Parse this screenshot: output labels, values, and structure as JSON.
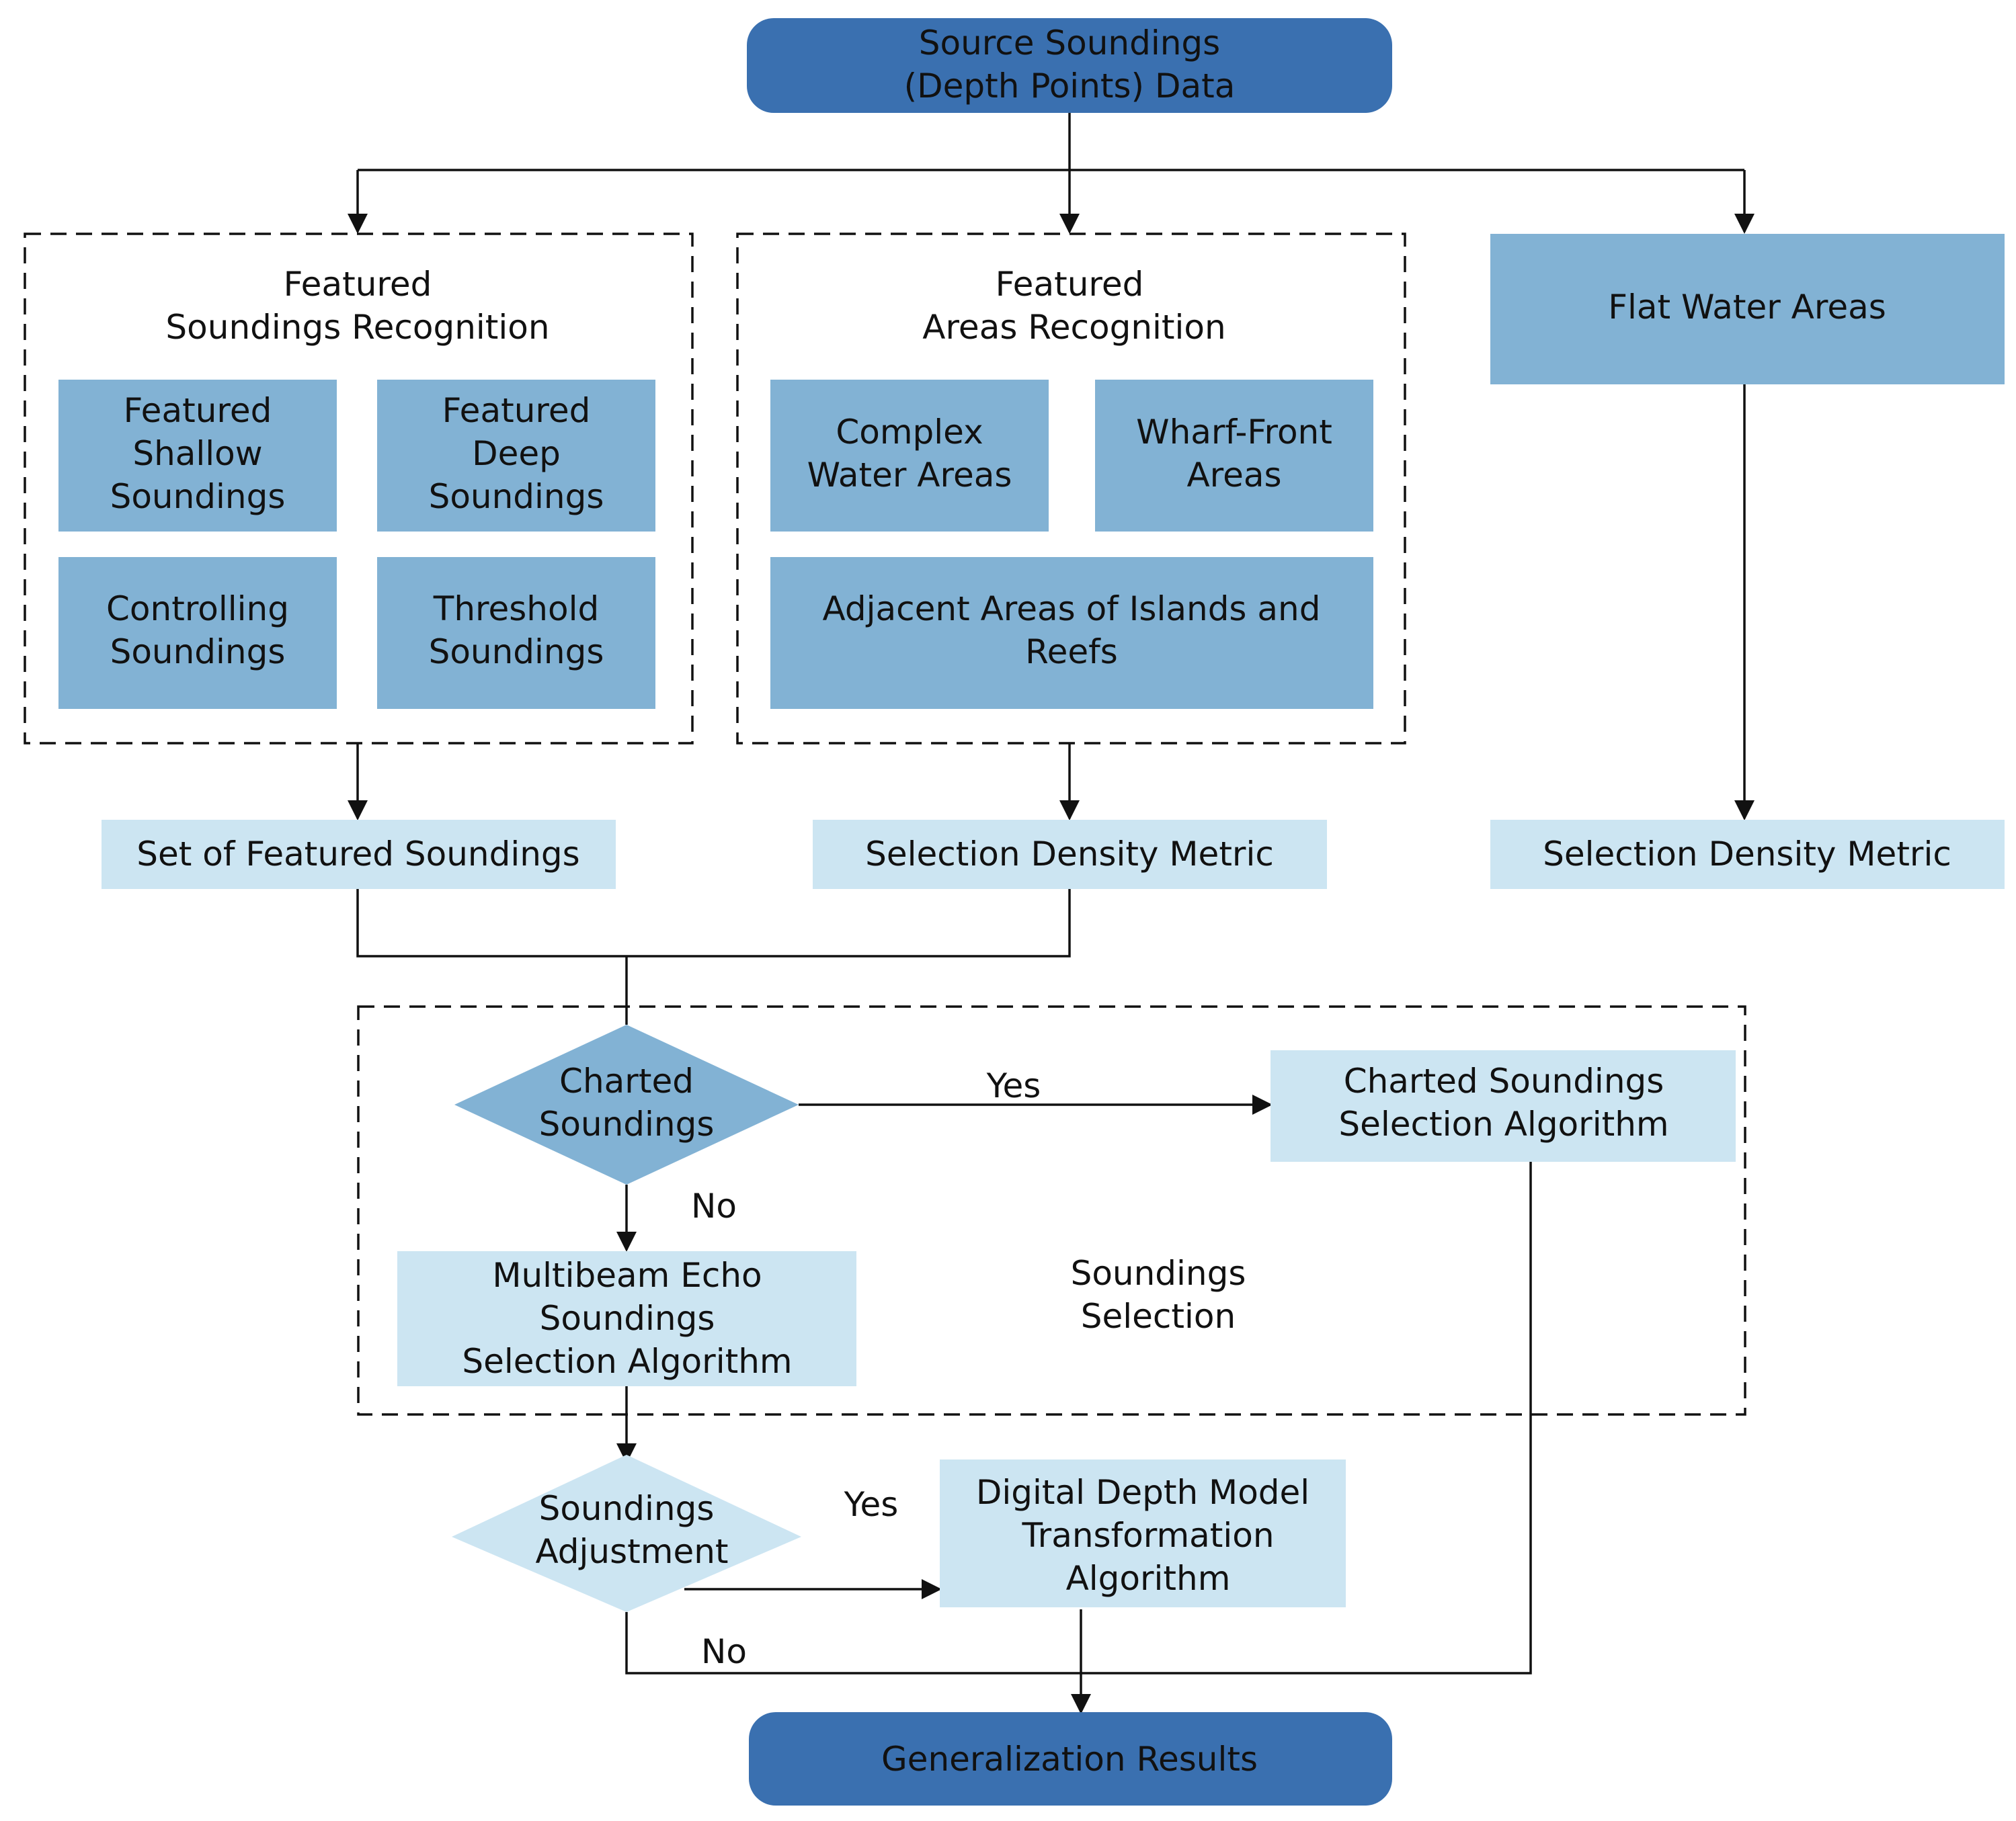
{
  "nodes": {
    "source": [
      "Source Soundings",
      "(Depth Points) Data"
    ],
    "featured_soundings_group": [
      "Featured",
      "Soundings Recognition"
    ],
    "featured_shallow": [
      "Featured",
      "Shallow",
      "Soundings"
    ],
    "featured_deep": [
      "Featured",
      "Deep",
      "Soundings"
    ],
    "controlling": [
      "Controlling",
      "Soundings"
    ],
    "threshold": [
      "Threshold",
      "Soundings"
    ],
    "featured_areas_group": [
      "Featured",
      "Areas Recognition"
    ],
    "complex_water": [
      "Complex",
      "Water Areas"
    ],
    "wharf_front": [
      "Wharf-Front",
      "Areas"
    ],
    "adjacent_islands": [
      "Adjacent Areas of Islands and",
      "Reefs"
    ],
    "flat_water": [
      "Flat Water Areas"
    ],
    "set_featured": [
      "Set of Featured Soundings"
    ],
    "density_metric_1": [
      "Selection Density Metric"
    ],
    "density_metric_2": [
      "Selection Density Metric"
    ],
    "charted_decision": [
      "Charted",
      "Soundings"
    ],
    "charted_algorithm": [
      "Charted Soundings",
      "Selection Algorithm"
    ],
    "multibeam_algorithm": [
      "Multibeam Echo",
      "Soundings",
      "Selection Algorithm"
    ],
    "selection_group": [
      "Soundings",
      "Selection"
    ],
    "adjust_decision": [
      "Soundings",
      "Adjustment"
    ],
    "ddm_algorithm": [
      "Digital Depth Model",
      "Transformation",
      "Algorithm"
    ],
    "results": [
      "Generalization Results"
    ]
  },
  "edge_labels": {
    "charted_yes": "Yes",
    "charted_no": "No",
    "adjust_yes": "Yes",
    "adjust_no": "No"
  },
  "colors": {
    "terminal_fill": "#3a70b0",
    "group_item_fill": "#82b2d4",
    "output_fill": "#cce5f2",
    "line": "#111111"
  }
}
